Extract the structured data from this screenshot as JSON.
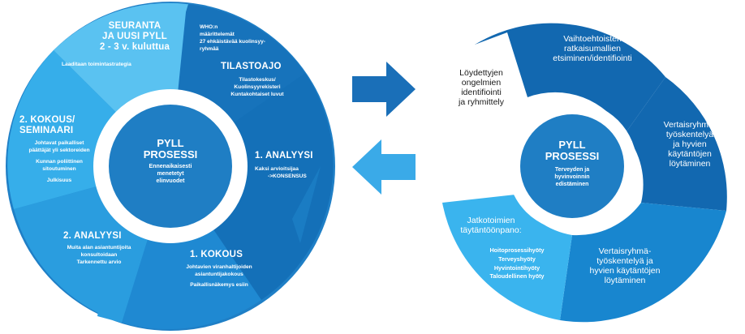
{
  "colors": {
    "dark_blue": "#1268b0",
    "mid_blue": "#1886cf",
    "light_blue": "#2aa5e6",
    "lighter_blue": "#3ab4ee",
    "lightest_blue": "#5cc3f2",
    "center_blue": "#1f7ec4",
    "arrow_dark": "#1a6fb8",
    "arrow_light": "#3aaae8"
  },
  "left_cycle": {
    "center": {
      "title_line1": "PYLL",
      "title_line2": "PROSESSI",
      "sub_line1": "Ennenaikaisesti",
      "sub_line2": "menetetyt",
      "sub_line3": "elinvuodet"
    },
    "tilastoajo": {
      "who_line1": "WHO:n",
      "who_line2": "määrittelemät",
      "who_line3": "27 ehkäistävää kuolinsyy-",
      "who_line4": "ryhmää",
      "heading": "TILASTOAJO",
      "sub_line1": "Tilastokeskus/",
      "sub_line2": "Kuolinsyyrekisteri",
      "sub_line3": "Kuntakohtaiset luvut"
    },
    "analyysi1": {
      "heading": "1. ANALYYSI",
      "sub_line1": "Kaksi arvioitsijaa",
      "sub_line2": "->KONSENSUS"
    },
    "kokous1": {
      "heading": "1. KOKOUS",
      "sub_line1": "Johtavien viranhaltijoiden",
      "sub_line2": "asiantuntijakokous",
      "sub_line3": "Paikallisnäkemys esiin"
    },
    "analyysi2": {
      "heading": "2. ANALYYSI",
      "sub_line1": "Muita alan asiantuntijoita",
      "sub_line2": "konsultoidaan",
      "sub_line3": "Tarkennettu arvio"
    },
    "kokous2": {
      "heading_line1": "2. KOKOUS/",
      "heading_line2": "SEMINAARI",
      "sub_line1": "Johtavat paikalliset",
      "sub_line2": "päättäjät yli sektoreiden",
      "sub_line3": "Kunnan poliittinen",
      "sub_line4": "sitoutuminen",
      "sub_line5": "Julkisuus"
    },
    "seuranta": {
      "heading_line1": "SEURANTA",
      "heading_line2": "JA UUSI PYLL",
      "heading_line3": "2 - 3 v. kuluttua",
      "sub_line1": "Laaditaan toimintastrategia"
    }
  },
  "right_cycle": {
    "center": {
      "title_line1": "PYLL",
      "title_line2": "PROSESSI",
      "sub_line1": "Terveyden ja",
      "sub_line2": "hyvinvoinnin",
      "sub_line3": "edistäminen"
    },
    "lead_text": {
      "line1": "Löydettyjen",
      "line2": "ongelmien",
      "line3": "identifiointi",
      "line4": "ja ryhmittely"
    },
    "vaihtoehtoisten": {
      "line1": "Vaihtoehtoisten",
      "line2": "ratkaisumallien",
      "line3": "etsiminen/identifiointi"
    },
    "vertais1": {
      "line1": "Vertaisryhmä-",
      "line2": "työskentelyä",
      "line3": "ja hyvien",
      "line4": "käytäntöjen",
      "line5": "löytäminen"
    },
    "vertais2": {
      "line1": "Vertaisryhmä-",
      "line2": "työskentelyä ja",
      "line3": "hyvien käytäntöjen",
      "line4": "löytäminen"
    },
    "jatkotoimien": {
      "line1": "Jatkotoimien",
      "line2": "täytäntöönpano:",
      "item1": "Hoitoprosessihyöty",
      "item2": "Terveyshyöty",
      "item3": "Hyvintointihyöty",
      "item4": "Taloudellinen hyöty"
    }
  }
}
